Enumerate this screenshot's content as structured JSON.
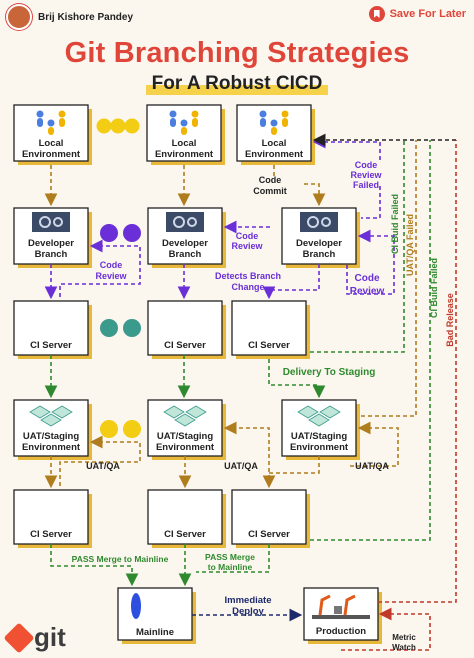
{
  "header": {
    "author": "Brij Kishore Pandey",
    "save": "Save For Later"
  },
  "title": "Git Branching Strategies",
  "subtitle": "For A Robust CICD",
  "footer": {
    "logo": "git"
  },
  "boxes": {
    "local_env_line1": "Local",
    "local_env_line2": "Environment",
    "dev_branch_line1": "Developer",
    "dev_branch_line2": "Branch",
    "ci_server": "CI Server",
    "uat_line1": "UAT/Staging",
    "uat_line2": "Environment",
    "mainline": "Mainline",
    "production": "Production"
  },
  "labels": {
    "code_commit_1": "Code",
    "code_commit_2": "Commit",
    "code_review_1": "Code",
    "code_review_2": "Review",
    "detects_1": "Detects Branch",
    "detects_2": "Change",
    "code_review_big_1": "Code",
    "code_review_big_2": "Review",
    "review_failed_1": "Code",
    "review_failed_2": "Review",
    "review_failed_3": "Failed",
    "ci_build_failed_1": "CI Buid Failed",
    "uat_qa_failed": "UAT/QA Failed",
    "ci_build_failed_2": "CI Buid Failed",
    "bad_release": "Bad Release",
    "delivery_staging": "Delivery To Staging",
    "uat_qa": "UAT/QA",
    "pass_merge_1": "PASS Merge to Mainline",
    "pass_merge_2a": "PASS Merge",
    "pass_merge_2b": "to Mainline",
    "immediate_1": "Immediate",
    "immediate_2": "Deploy",
    "metric_1": "Metric",
    "metric_2": "Watch"
  },
  "colors": {
    "brown": "#b07d1e",
    "purple": "#6a2fd6",
    "green": "#2f8a2f",
    "navy": "#1c2a6b",
    "red": "#c0392b",
    "box_shadow": "#e8b83a",
    "title_red": "#e0453a"
  }
}
